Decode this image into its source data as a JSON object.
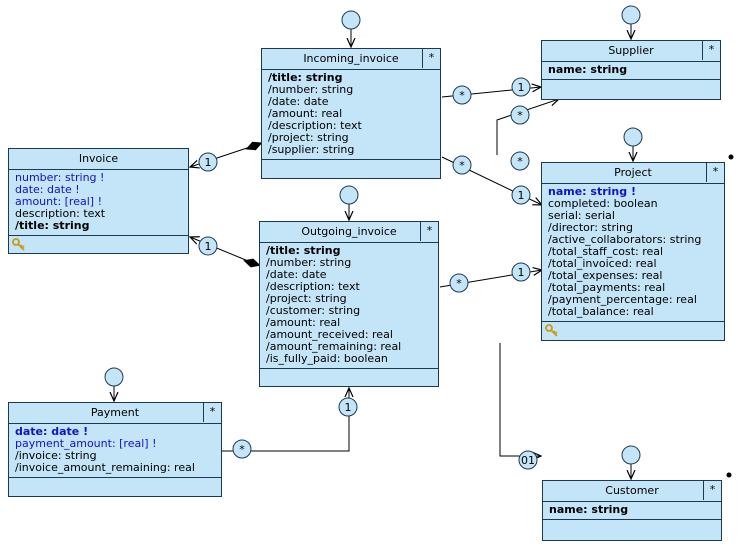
{
  "classes": [
    {
      "id": "incoming",
      "name": "Incoming_invoice",
      "star": "*",
      "attrs": [
        {
          "text": "/title: string",
          "bold": true
        },
        {
          "text": "/number: string"
        },
        {
          "text": "/date: date"
        },
        {
          "text": "/amount: real"
        },
        {
          "text": "/description: text"
        },
        {
          "text": "/project: string"
        },
        {
          "text": "/supplier: string"
        }
      ]
    },
    {
      "id": "supplier",
      "name": "Supplier",
      "star": "*",
      "attrs": [
        {
          "text": "name: string",
          "bold": true
        }
      ]
    },
    {
      "id": "invoice",
      "name": "Invoice",
      "attrs": [
        {
          "text": "number: string !",
          "blue": true
        },
        {
          "text": "date: date !",
          "blue": true
        },
        {
          "text": "amount: [real] !",
          "blue": true
        },
        {
          "text": "description: text"
        },
        {
          "text": "/title: string",
          "bold": true
        }
      ]
    },
    {
      "id": "project",
      "name": "Project",
      "star": "*",
      "attrs": [
        {
          "text": "name: string !",
          "bold": true,
          "blue": true
        },
        {
          "text": "completed: boolean"
        },
        {
          "text": "serial: serial"
        },
        {
          "text": "/director: string"
        },
        {
          "text": "/active_collaborators: string"
        },
        {
          "text": "/total_staff_cost: real"
        },
        {
          "text": "/total_invoiced: real"
        },
        {
          "text": "/total_expenses: real"
        },
        {
          "text": "/total_payments: real"
        },
        {
          "text": "/payment_percentage: real"
        },
        {
          "text": "/total_balance: real"
        }
      ]
    },
    {
      "id": "outgoing",
      "name": "Outgoing_invoice",
      "star": "*",
      "attrs": [
        {
          "text": "/title: string",
          "bold": true
        },
        {
          "text": "/number: string"
        },
        {
          "text": "/date: date"
        },
        {
          "text": "/description: text"
        },
        {
          "text": "/project: string"
        },
        {
          "text": "/customer: string"
        },
        {
          "text": "/amount: real"
        },
        {
          "text": "/amount_received: real"
        },
        {
          "text": "/amount_remaining: real"
        },
        {
          "text": "/is_fully_paid: boolean"
        }
      ]
    },
    {
      "id": "payment",
      "name": "Payment",
      "star": "*",
      "attrs": [
        {
          "text": "date: date !",
          "bold": true,
          "blue": true
        },
        {
          "text": "payment_amount: [real] !",
          "blue": true
        },
        {
          "text": "/invoice: string"
        },
        {
          "text": "/invoice_amount_remaining: real"
        }
      ]
    },
    {
      "id": "customer",
      "name": "Customer",
      "star": "*",
      "attrs": [
        {
          "text": "name: string",
          "bold": true
        }
      ]
    }
  ],
  "multiplicities": [
    {
      "id": "m1",
      "text": "*"
    },
    {
      "id": "m2",
      "text": "1"
    },
    {
      "id": "m3",
      "text": "*"
    },
    {
      "id": "m4",
      "text": "*"
    },
    {
      "id": "m5",
      "text": "1"
    },
    {
      "id": "m6",
      "text": "1"
    },
    {
      "id": "m7",
      "text": "1"
    },
    {
      "id": "m8",
      "text": "*"
    },
    {
      "id": "m9",
      "text": "1"
    },
    {
      "id": "m10",
      "text": "*"
    },
    {
      "id": "m11",
      "text": "1"
    },
    {
      "id": "m12",
      "text": "*"
    },
    {
      "id": "m13",
      "text": "01"
    }
  ],
  "colors": {
    "box_fill": "#c4e4f7",
    "border": "#1b3a52",
    "required_text": "#1212c8",
    "key": "#c99a12"
  },
  "icons": [
    "key-icon",
    "port-circle",
    "composition-diamond",
    "arrowhead"
  ]
}
